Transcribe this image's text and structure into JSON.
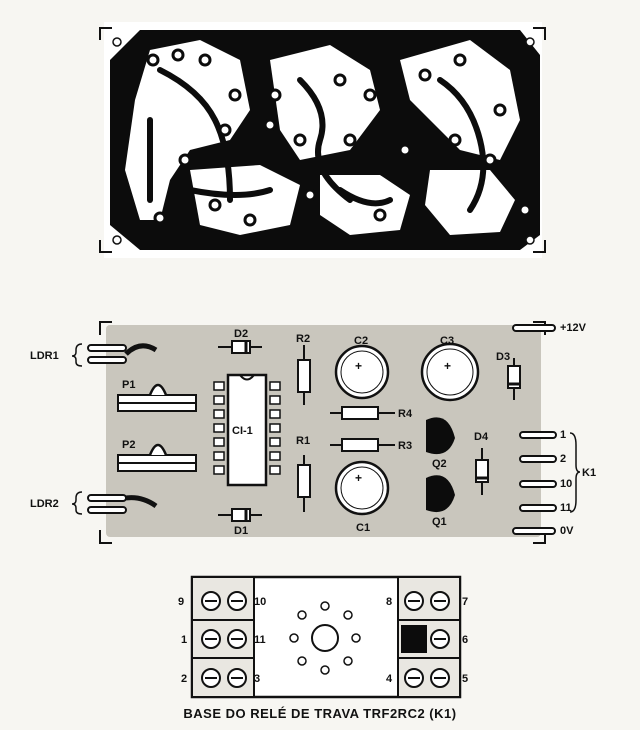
{
  "layout_labels": {
    "ldr1": "LDR1",
    "ldr2": "LDR2",
    "p1": "P1",
    "p2": "P2",
    "d1": "D1",
    "d2": "D2",
    "d3": "D3",
    "d4": "D4",
    "r1": "R1",
    "r2": "R2",
    "r3": "R3",
    "r4": "R4",
    "c1": "C1",
    "c2": "C2",
    "c3": "C3",
    "q1": "Q1",
    "q2": "Q2",
    "ci1": "CI-1",
    "k1": "K1",
    "plus12v": "+12V",
    "zero_v": "0V",
    "pin_1": "1",
    "pin_2": "2",
    "pin_10": "10",
    "pin_11": "11"
  },
  "relay_base": {
    "terminals": [
      "9",
      "10",
      "8",
      "7",
      "1",
      "11",
      "6",
      "2",
      "3",
      "4",
      "5"
    ],
    "caption": "BASE DO RELÉ DE TRAVA TRF2RC2 (K1)"
  },
  "colors": {
    "ink": "#111111",
    "board": "#c9c6bd",
    "paper": "#f7f6f2"
  }
}
